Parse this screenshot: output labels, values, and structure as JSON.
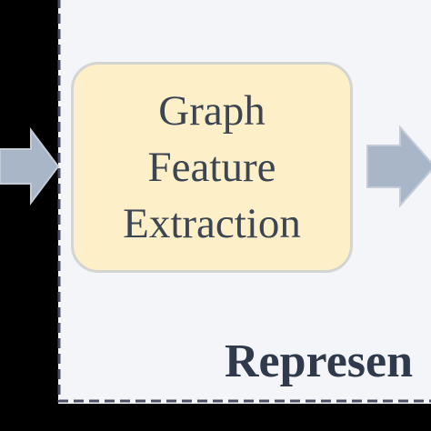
{
  "module_box": {
    "lines": [
      "Graph",
      "Feature",
      "Extraction"
    ]
  },
  "section_caption": "Represen",
  "colors": {
    "background": "#000000",
    "panel_fill": "#f4f5f9",
    "panel_border": "#4a5064",
    "box_fill": "#fdf0c8",
    "box_border": "#d3d5d3",
    "arrow_fill": "#a9b6c8",
    "text": "#3d4552"
  },
  "icons": [
    "right-arrow-icon",
    "right-arrow-icon"
  ]
}
